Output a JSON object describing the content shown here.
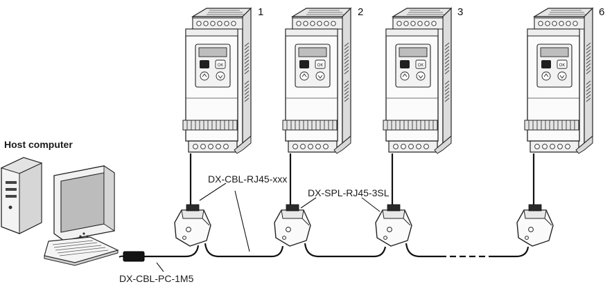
{
  "diagram": {
    "host_label": "Host computer",
    "drive_numbers": [
      "1",
      "2",
      "3",
      "6"
    ],
    "cable_rj45_label": "DX-CBL-RJ45-xxx",
    "splitter_label": "DX-SPL-RJ45-3SL",
    "pc_cable_label": "DX-CBL-PC-1M5",
    "keypad_ok": "OK"
  }
}
